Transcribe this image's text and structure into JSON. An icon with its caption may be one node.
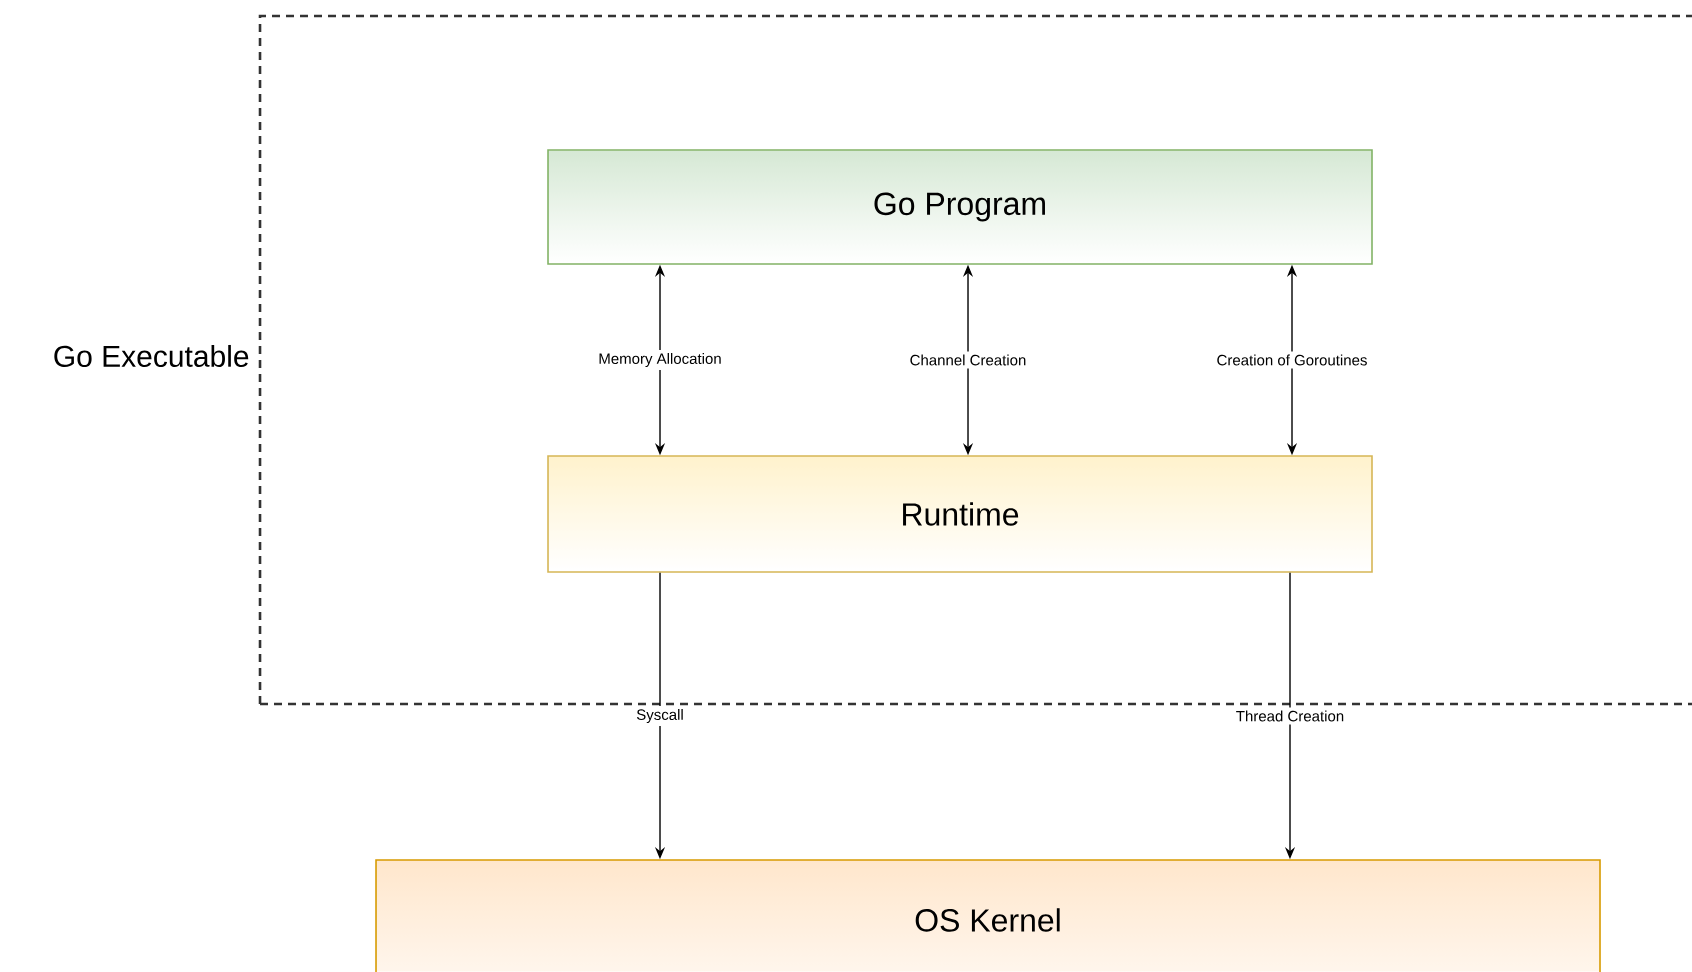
{
  "diagram": {
    "nodes": [
      {
        "text": [
          "Go Executable"
        ]
      },
      {
        "text": [
          "Go Program"
        ],
        "in": 0
      },
      {
        "text": [
          "Runtime"
        ],
        "in": 0
      },
      {
        "text": [
          "OS Kernel"
        ]
      }
    ],
    "edges": [
      {
        "from": 1,
        "to": 2,
        "arrow": "both",
        "label": "Memory Allocation"
      },
      {
        "from": 1,
        "to": 2,
        "arrow": "both",
        "label": "Channel Creation"
      },
      {
        "from": 1,
        "to": 2,
        "arrow": "both",
        "label": "Creation of Goroutines"
      },
      {
        "from": 2,
        "to": 3,
        "arrow": "to",
        "label": "Syscall"
      },
      {
        "from": 2,
        "to": 3,
        "arrow": "to",
        "label": "Thread Creation"
      }
    ]
  }
}
